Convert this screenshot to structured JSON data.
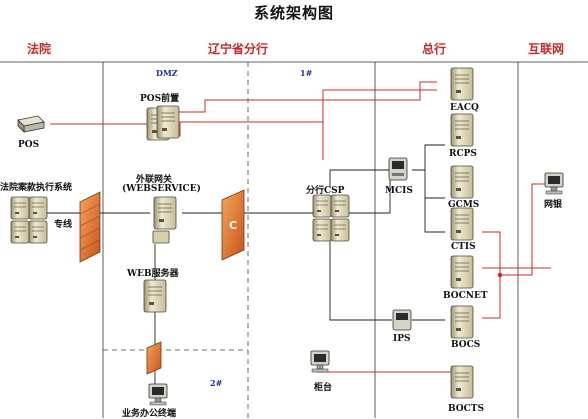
{
  "title": "系统架构图",
  "zones": {
    "court": "法院",
    "liaoning": "辽宁省分行",
    "hq": "总行",
    "internet": "互联网"
  },
  "areas": {
    "dmz": "DMZ",
    "zone1": "1#",
    "zone2": "2#"
  },
  "nodes": {
    "pos": "POS",
    "court_system": "法院案款执行系统",
    "dedicated_line": "专线",
    "pos_front": "POS前置",
    "gateway_line1": "外联网关",
    "gateway_line2": "(WEBSERVICE)",
    "web_server": "WEB服务器",
    "office_computer": "业务办公终端",
    "branch_csp": "分行CSP",
    "firewall_c": "C",
    "mcis": "MCIS",
    "ips": "IPS",
    "counter": "柜台",
    "eacq": "EACQ",
    "rcps": "RCPS",
    "gcms": "GCMS",
    "ctis": "CTIS",
    "bocnet": "BOCNET",
    "bocs": "BOCS",
    "bocts": "BOCTS",
    "online_bank": "网银"
  },
  "colors": {
    "zone_title": "#c42a2a",
    "red_link": "#cc2b2b",
    "area_label": "#1c2f9a",
    "firewall": "#e0782a"
  }
}
